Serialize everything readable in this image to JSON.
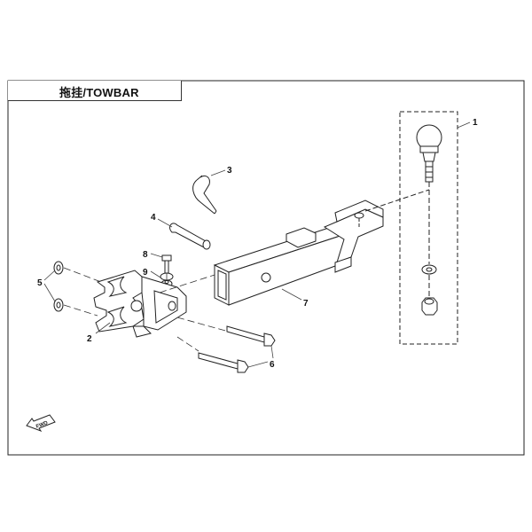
{
  "title": "拖挂/TOWBAR",
  "callouts": [
    "1",
    "2",
    "3",
    "4",
    "5",
    "5",
    "6",
    "6",
    "7",
    "8",
    "9"
  ],
  "direction_label": "FWD",
  "colors": {
    "line": "#222222",
    "leader": "#444444",
    "background": "#ffffff"
  },
  "parts": [
    {
      "callout": "1",
      "icon": "hitch-ball-assembly-icon"
    },
    {
      "callout": "2",
      "icon": "mounting-bracket-icon"
    },
    {
      "callout": "3",
      "icon": "hitch-pin-clip-icon"
    },
    {
      "callout": "4",
      "icon": "bent-pin-icon"
    },
    {
      "callout": "5",
      "icon": "nut-icon"
    },
    {
      "callout": "6",
      "icon": "bolt-icon"
    },
    {
      "callout": "7",
      "icon": "tow-bar-tube-icon"
    },
    {
      "callout": "8",
      "icon": "small-bolt-icon"
    },
    {
      "callout": "9",
      "icon": "washer-icon"
    }
  ]
}
